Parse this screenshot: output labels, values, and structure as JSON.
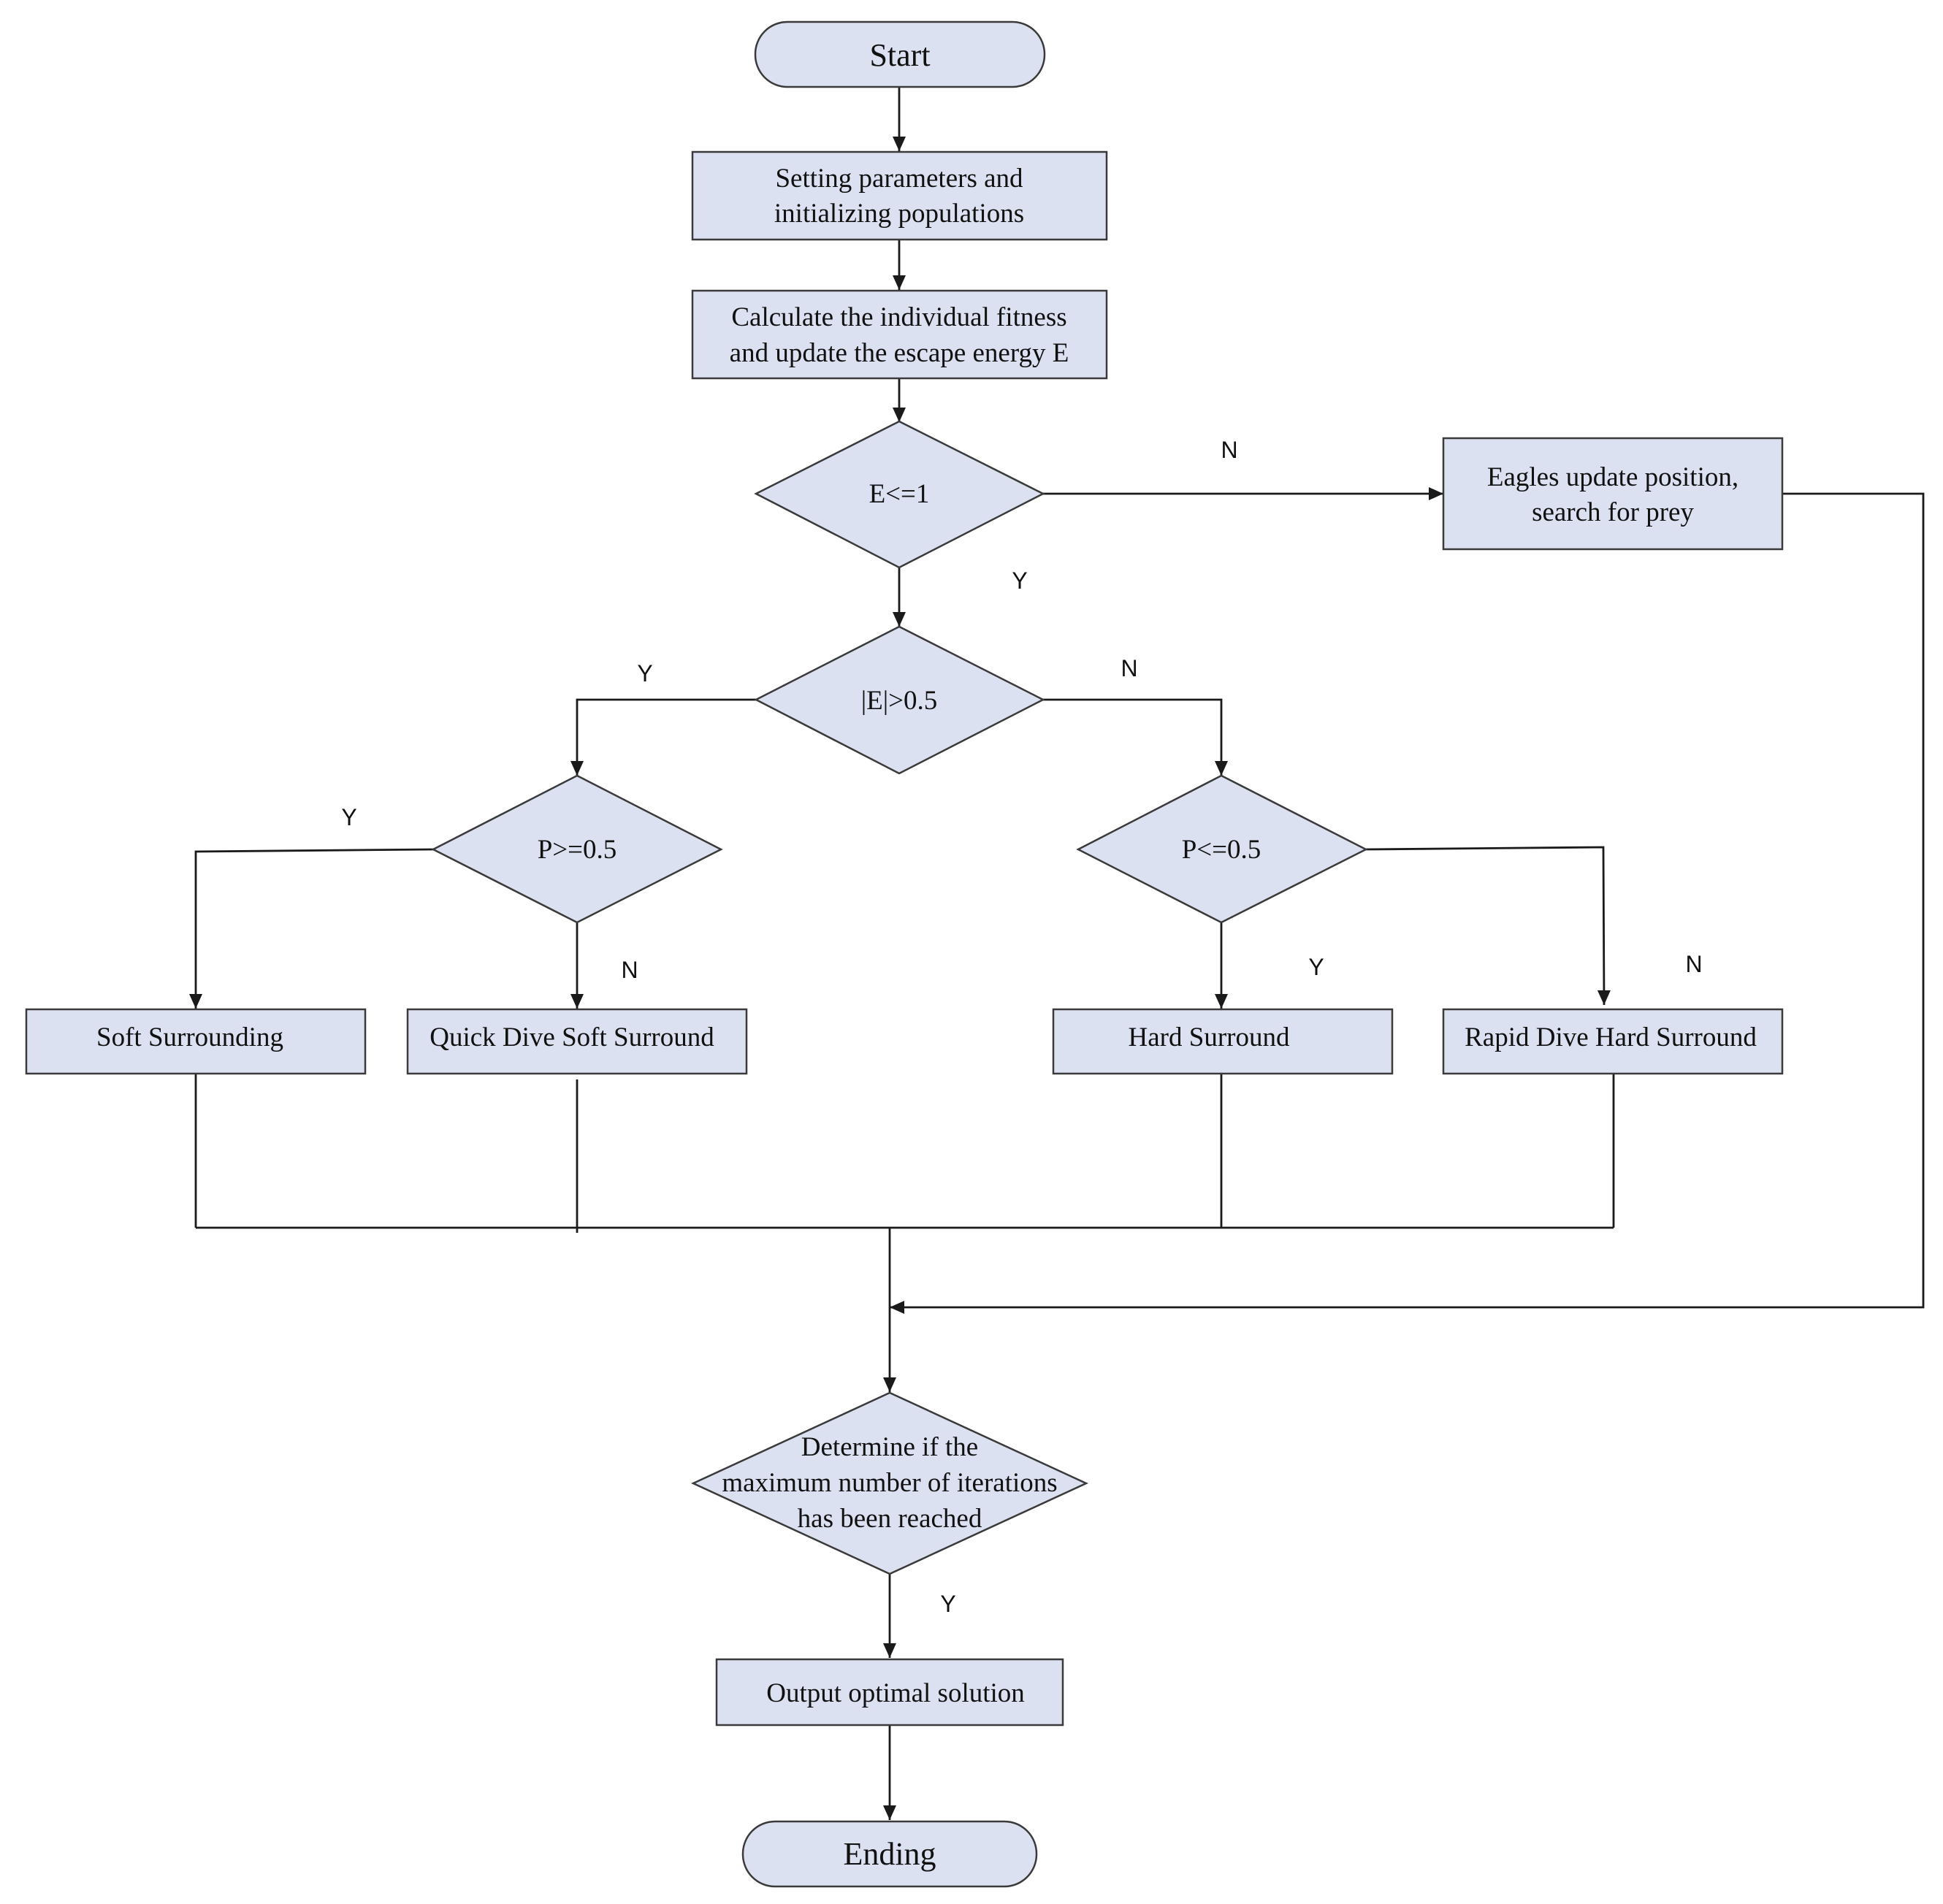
{
  "nodes": {
    "start": "Start",
    "init": [
      "Setting parameters and",
      "initializing populations"
    ],
    "fitness": [
      "Calculate the individual fitness",
      "and update the escape energy E"
    ],
    "decision_e": "E<=1",
    "eagles": [
      "Eagles update position,",
      "search for prey"
    ],
    "decision_abs_e": "|E|>0.5",
    "decision_p_ge": "P>=0.5",
    "decision_p_le": "P<=0.5",
    "soft_surrounding": "Soft Surrounding",
    "quick_dive_soft": "Quick Dive Soft Surround",
    "hard_surround": "Hard Surround",
    "rapid_dive_hard": "Rapid Dive Hard Surround",
    "decision_max_iter": [
      "Determine if the",
      "maximum number of iterations",
      "has been reached"
    ],
    "output": "Output optimal solution",
    "end": "Ending"
  },
  "edge_labels": {
    "e_no": "N",
    "e_yes": "Y",
    "abs_e_yes": "Y",
    "abs_e_no": "N",
    "p_ge_yes": "Y",
    "p_ge_no": "N",
    "p_le_yes": "Y",
    "p_le_no": "N",
    "max_iter_yes": "Y"
  },
  "colors": {
    "node_fill": "#dce1f2",
    "node_stroke": "#3a3a3a",
    "line": "#1a1a1a"
  }
}
